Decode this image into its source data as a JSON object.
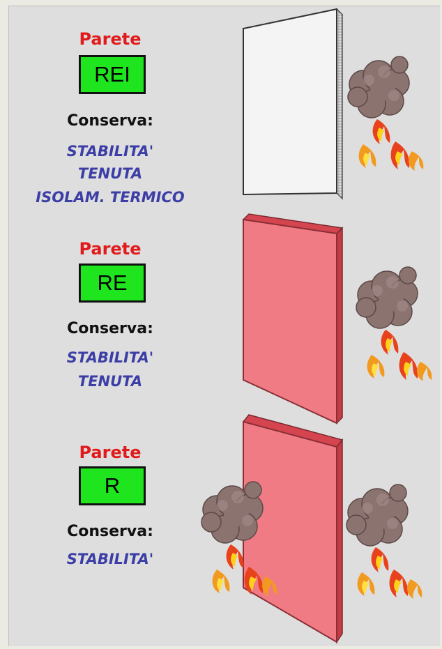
{
  "sections": [
    {
      "title": "Parete",
      "code": "REI",
      "conserva": "Conserva:",
      "properties": [
        "STABILITA'",
        "TENUTA",
        "ISOLAM. TERMICO"
      ]
    },
    {
      "title": "Parete",
      "code": "RE",
      "conserva": "Conserva:",
      "properties": [
        "STABILITA'",
        "TENUTA"
      ]
    },
    {
      "title": "Parete",
      "code": "R",
      "conserva": "Conserva:",
      "properties": [
        "STABILITA'"
      ]
    }
  ],
  "colors": {
    "title": "#e11b1b",
    "badge": "#1fe51f",
    "property_text": "#3c3ea6",
    "wall_intact": "#f4f4f4",
    "wall_damaged": "#f07b84",
    "background": "#dedede"
  },
  "icons": [
    "wall-rei-icon",
    "wall-re-icon",
    "wall-r-icon",
    "smoke-fire-icon"
  ]
}
